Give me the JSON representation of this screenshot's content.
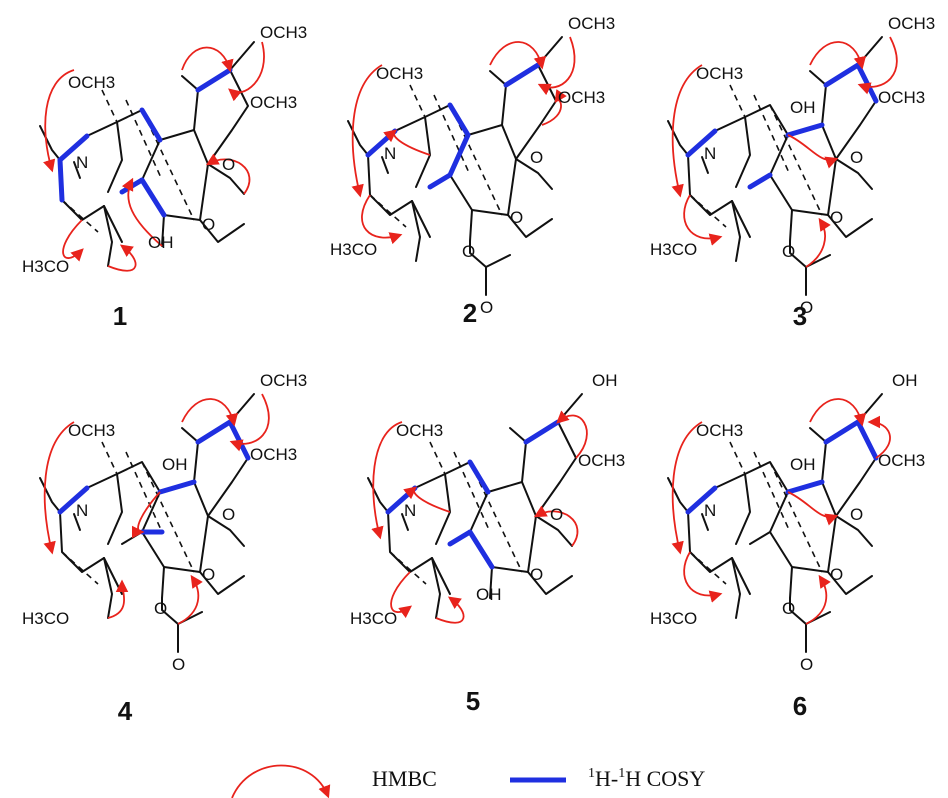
{
  "compounds": [
    {
      "number": "1",
      "labels": {
        "top_right": "OCH3",
        "mid_right": "OCH3",
        "top_left": "OCH3",
        "bottom_left": "H3CO",
        "n": "N",
        "oh": "OH",
        "o1": "O",
        "o2": "O"
      }
    },
    {
      "number": "2",
      "labels": {
        "top_right": "OCH3",
        "mid_right": "OCH3",
        "top_left": "OCH3",
        "bottom_left": "H3CO",
        "n": "N",
        "o1": "O",
        "o2": "O",
        "ester_o": "O",
        "carbonyl_o": "O"
      }
    },
    {
      "number": "3",
      "labels": {
        "top_right": "OCH3",
        "mid_right": "OCH3",
        "top_left": "OCH3",
        "bottom_left": "H3CO",
        "n": "N",
        "oh": "OH",
        "o1": "O",
        "o2": "O",
        "ester_o": "O",
        "carbonyl_o": "O"
      }
    },
    {
      "number": "4",
      "labels": {
        "top_right": "OCH3",
        "mid_right": "OCH3",
        "top_left": "OCH3",
        "bottom_left": "H3CO",
        "n": "N",
        "oh": "OH",
        "o1": "O",
        "o2": "O",
        "ester_o": "O",
        "carbonyl_o": "O"
      }
    },
    {
      "number": "5",
      "labels": {
        "top_right": "OH",
        "mid_right": "OCH3",
        "top_left": "OCH3",
        "bottom_left": "H3CO",
        "n": "N",
        "oh": "OH",
        "o1": "O",
        "o2": "O"
      }
    },
    {
      "number": "6",
      "labels": {
        "top_right": "OH",
        "mid_right": "OCH3",
        "top_left": "OCH3",
        "bottom_left": "H3CO",
        "n": "N",
        "oh": "OH",
        "o1": "O",
        "o2": "O",
        "ester_o": "O",
        "carbonyl_o": "O"
      }
    }
  ],
  "legend": {
    "hmbc_label": "HMBC",
    "cosy_sup": "1",
    "cosy_mid": "H-",
    "cosy_sup2": "1",
    "cosy_end": "H COSY"
  },
  "colors": {
    "hmbc": "#e8231c",
    "cosy": "#1f2fe0",
    "bond": "#111111"
  }
}
